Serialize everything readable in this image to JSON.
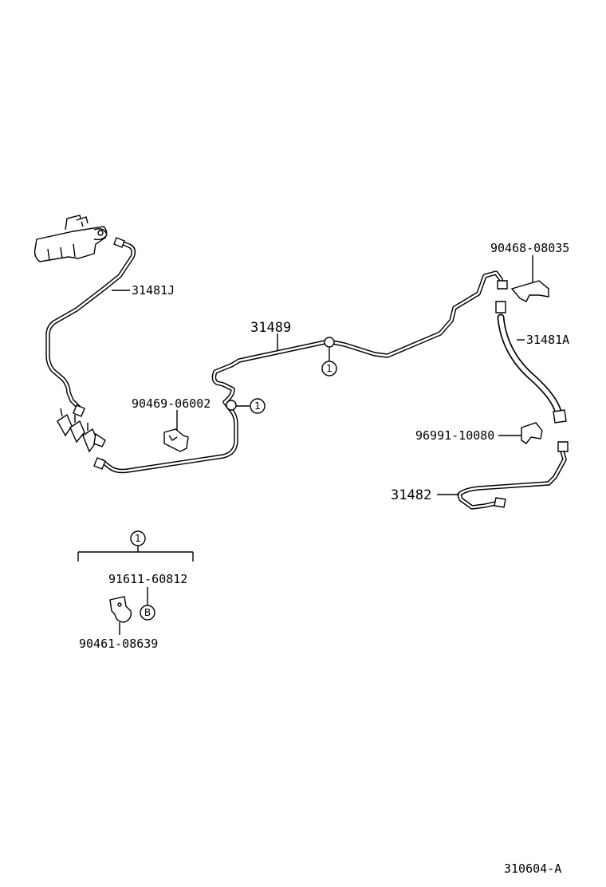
{
  "labels": {
    "p31481j": "31481J",
    "p31489": "31489",
    "p90469": "90469-06002",
    "p90468": "90468-08035",
    "p31481a": "31481A",
    "p96991": "96991-10080",
    "p31482": "31482",
    "p91611": "91611-60812",
    "p90461": "90461-08639",
    "diagram_code": "310604-A"
  },
  "markers": {
    "ref1": "1",
    "refB": "B"
  }
}
